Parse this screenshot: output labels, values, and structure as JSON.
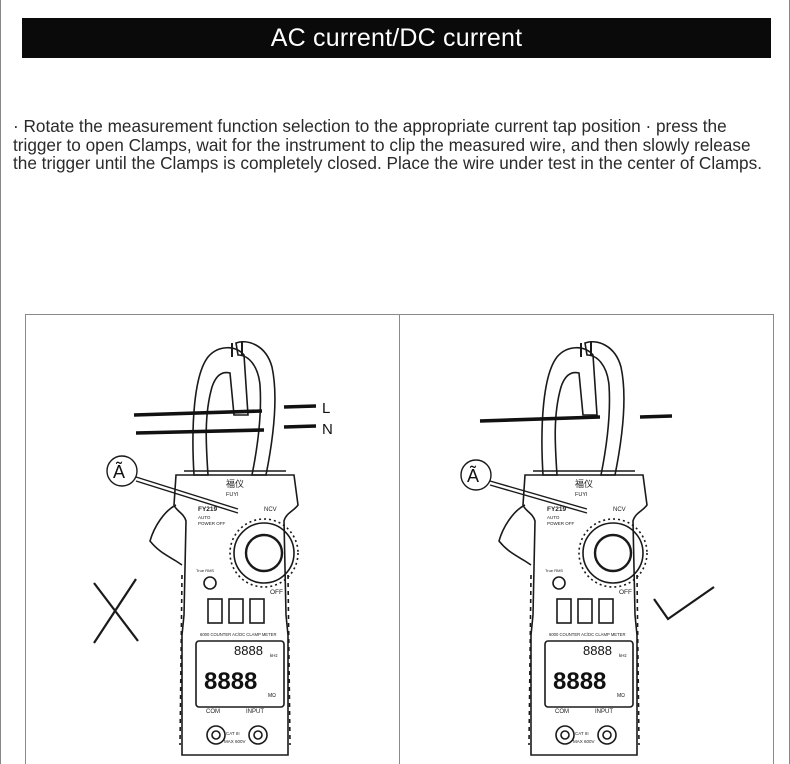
{
  "banner": {
    "title": "AC current/DC current"
  },
  "instructions": {
    "text": "· Rotate the measurement function selection to the appropriate current tap position · press the trigger to open Clamps, wait for the instrument to clip the measured wire, and then slowly release the trigger until the Clamps is completely closed. Place the wire under test in the center of Clamps."
  },
  "figures": [
    {
      "wire_labels": [
        "L",
        "N"
      ],
      "callout_symbol": "Ã",
      "verdict": "incorrect",
      "verdict_mark": "cross-icon"
    },
    {
      "wire_labels": [],
      "callout_symbol": "Ã",
      "verdict": "correct",
      "verdict_mark": "check-icon"
    }
  ],
  "meter": {
    "brand": "福仪",
    "brand_sub": "FUYI",
    "model": "FY219",
    "auto_power_off": [
      "AUTO",
      "POWER OFF"
    ],
    "ncv": "NCV",
    "off": "OFF",
    "true_rms": "True RMS",
    "counter_label": "6000 COUNTER AC/DC CLAMP METER",
    "secondary_digits": "8888",
    "primary_digits": "8888",
    "lcd_hz": "kHz",
    "lcd_mohm": "MΩ",
    "com": "COM",
    "input": "INPUT",
    "cat": "CAT III",
    "max": "MAX 600V"
  }
}
